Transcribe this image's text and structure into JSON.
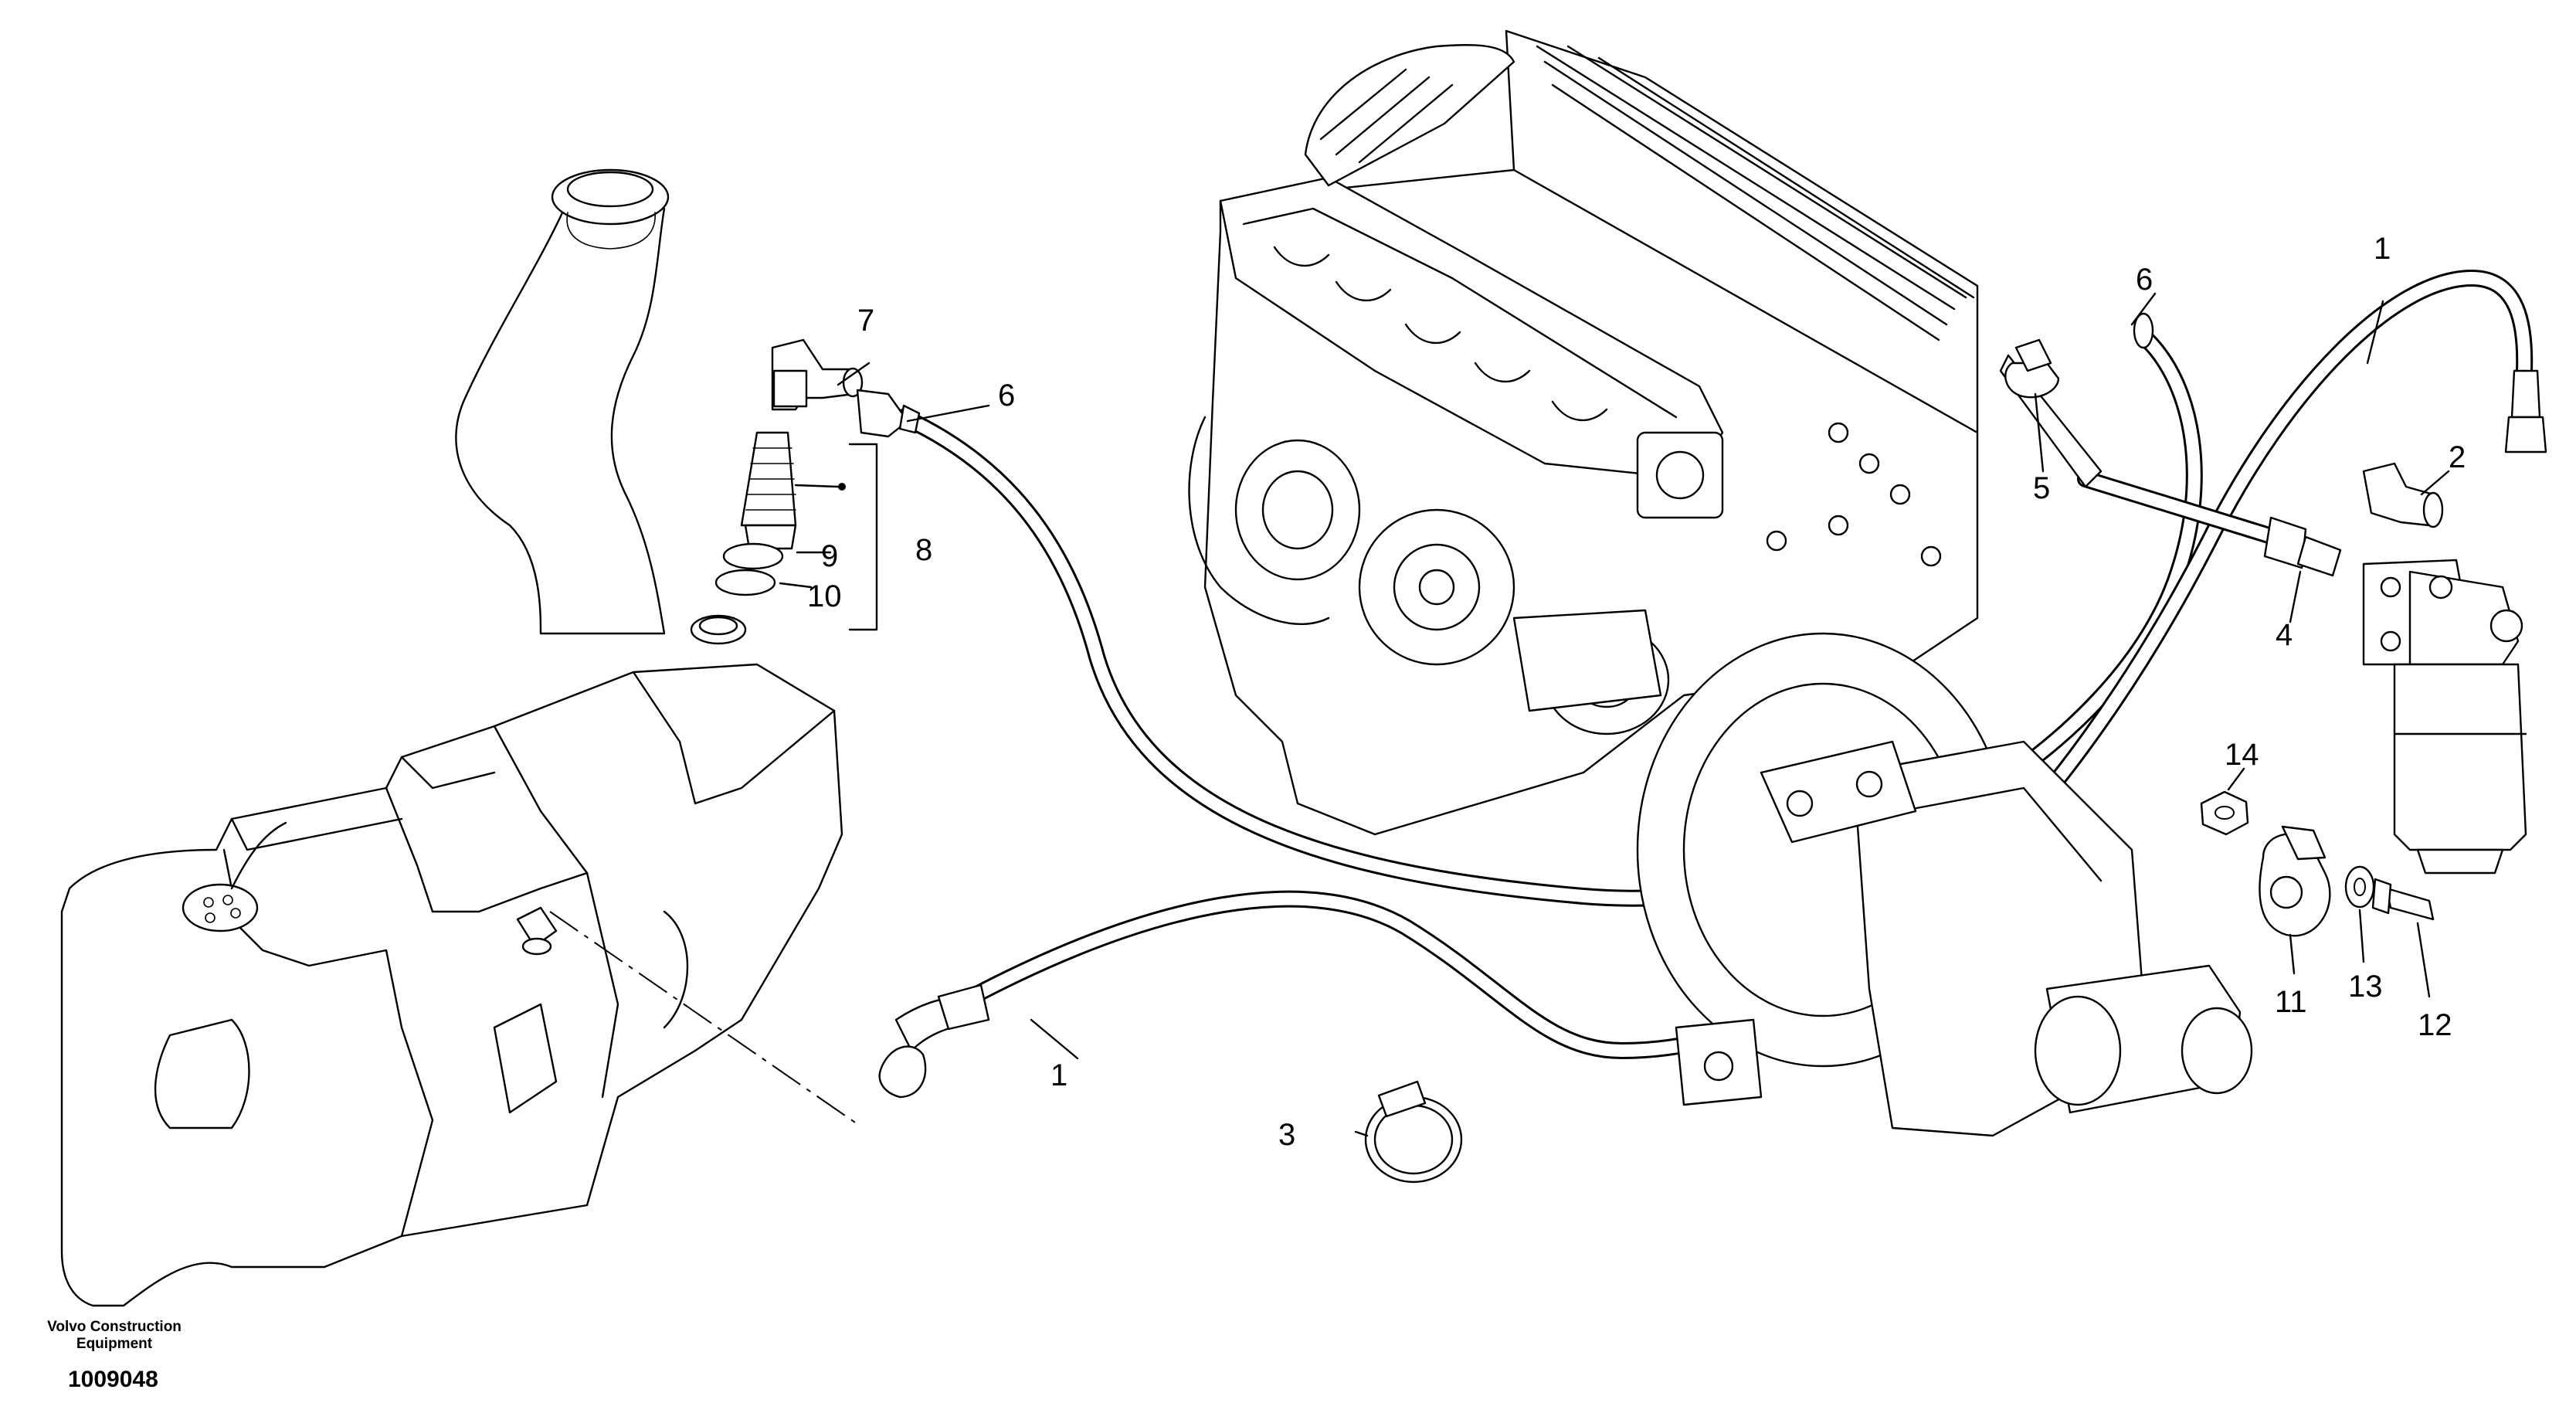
{
  "publisher": {
    "line1": "Volvo Construction",
    "line2": "Equipment"
  },
  "drawing_id": "1009048",
  "callouts": {
    "c1a": "1",
    "c1b": "1",
    "c2": "2",
    "c3": "3",
    "c4": "4",
    "c5": "5",
    "c6a": "6",
    "c6b": "6",
    "c7": "7",
    "c8": "8",
    "c9": "9",
    "c10": "10",
    "c11": "11",
    "c12": "12",
    "c13": "13",
    "c14": "14"
  }
}
